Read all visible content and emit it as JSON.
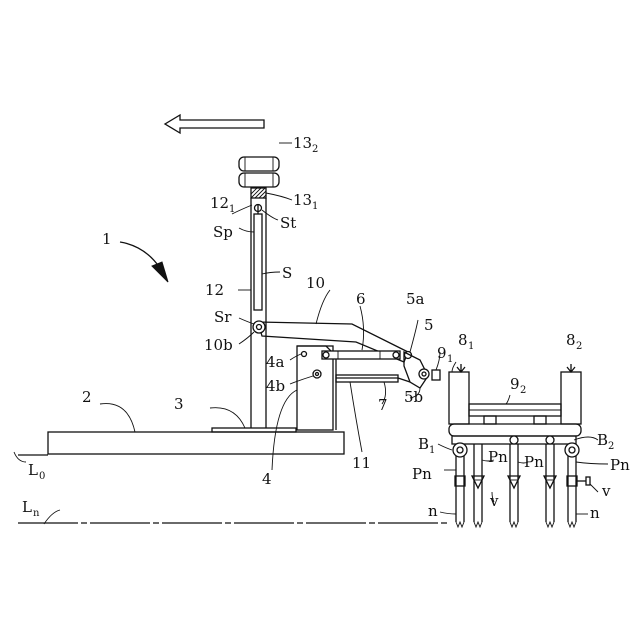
{
  "labels": {
    "l13_2": {
      "main": "13",
      "sub": "2"
    },
    "l13_1": {
      "main": "13",
      "sub": "1"
    },
    "l12_1": {
      "main": "12",
      "sub": "1"
    },
    "lSt": {
      "main": "St"
    },
    "lSp": {
      "main": "Sp"
    },
    "l1": {
      "main": "1"
    },
    "lS": {
      "main": "S"
    },
    "l12": {
      "main": "12"
    },
    "l10": {
      "main": "10"
    },
    "l6": {
      "main": "6"
    },
    "l5a": {
      "main": "5a"
    },
    "l5": {
      "main": "5"
    },
    "lSr": {
      "main": "Sr"
    },
    "l10b": {
      "main": "10b"
    },
    "l4a": {
      "main": "4a"
    },
    "l4b": {
      "main": "4b"
    },
    "l8_1": {
      "main": "8",
      "sub": "1"
    },
    "l8_2": {
      "main": "8",
      "sub": "2"
    },
    "l9_1": {
      "main": "9",
      "sub": "1"
    },
    "l9_2": {
      "main": "9",
      "sub": "2"
    },
    "l5b": {
      "main": "5b"
    },
    "l7": {
      "main": "7"
    },
    "l2": {
      "main": "2"
    },
    "l3": {
      "main": "3"
    },
    "l11": {
      "main": "11"
    },
    "l4": {
      "main": "4"
    },
    "lB1": {
      "main": "B",
      "sub": "1"
    },
    "lB2": {
      "main": "B",
      "sub": "2"
    },
    "lPn1": {
      "main": "Pn"
    },
    "lPn2": {
      "main": "Pn"
    },
    "lPn3": {
      "main": "Pn"
    },
    "lPn4": {
      "main": "Pn"
    },
    "lv1": {
      "main": "v"
    },
    "lv2": {
      "main": "v"
    },
    "ln1": {
      "main": "n"
    },
    "ln2": {
      "main": "n"
    },
    "lL0": {
      "main": "L",
      "sub": "0"
    },
    "lLn": {
      "main": "L",
      "sub": "n"
    }
  }
}
